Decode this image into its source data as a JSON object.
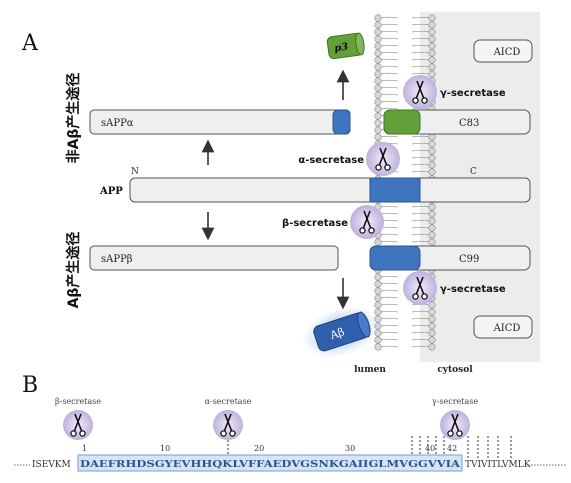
{
  "panel_a": {
    "label": "A",
    "side_labels": {
      "non_amyloid": "非Aβ产生途径",
      "amyloid": "Aβ产生途径"
    },
    "app": {
      "label": "APP",
      "n_term": "N",
      "c_term": "C"
    },
    "fragments": {
      "sappa": "sAPPα",
      "sappb": "sAPPβ",
      "c83": "C83",
      "c99": "C99",
      "p3": "p3",
      "abeta": "Aβ",
      "aicd_top": "AICD",
      "aicd_bottom": "AICD"
    },
    "enzymes": {
      "gamma_top": "γ-secretase",
      "alpha": "α-secretase",
      "beta": "β-secretase",
      "gamma_bottom": "γ-secretase"
    },
    "compartments": {
      "lumen": "lumen",
      "cytosol": "cytosol"
    }
  },
  "panel_b": {
    "label": "B",
    "enzymes": {
      "beta": "β-secretase",
      "alpha": "α-secretase",
      "gamma": "γ-secretase"
    },
    "sequence": {
      "left_flank": "ISEVKM",
      "abeta": "DAEFRHDSGYEVHHQKLVFFAEDVGSNKGAIIGLMVGGVVIA",
      "right_flank": "TVIVITLVMLK"
    },
    "positions": [
      "1",
      "10",
      "20",
      "30",
      "40",
      "42"
    ]
  },
  "colors": {
    "blue": "#3f74bf",
    "green": "#63a03a",
    "scissor_bg": "#c8bfe0",
    "rod_fill": "#eef0ef",
    "sequence_box": "#d7e4f5"
  }
}
